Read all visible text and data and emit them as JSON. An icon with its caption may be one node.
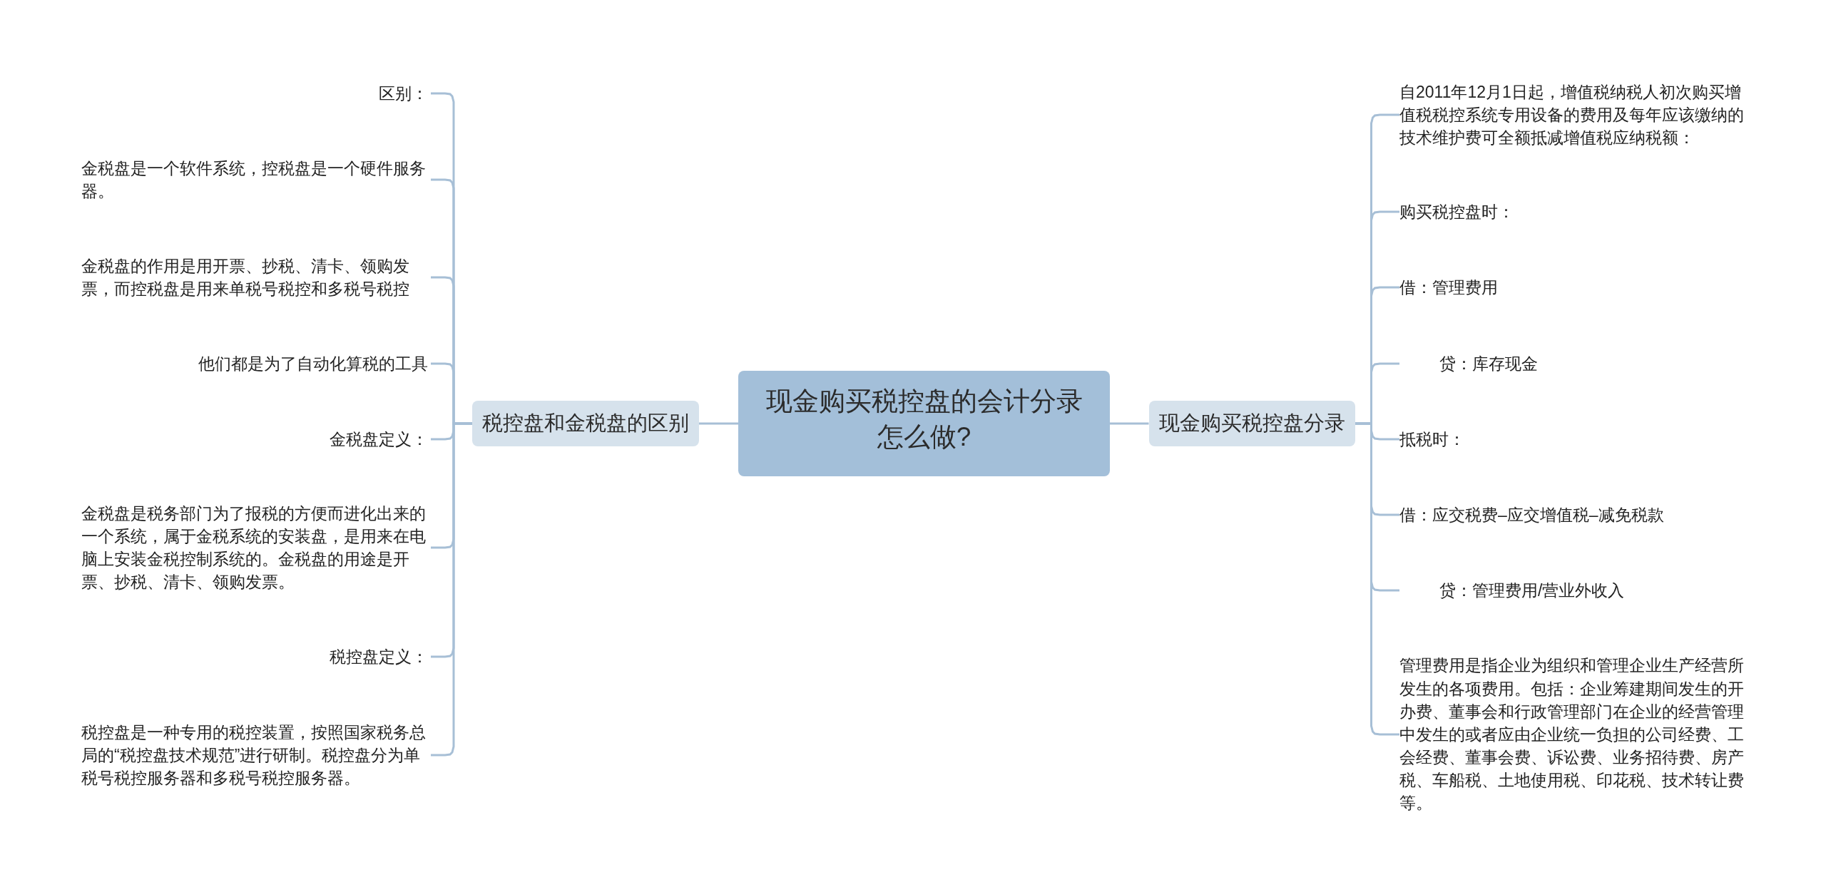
{
  "diagram": {
    "nodes": [
      {
        "text": [
          "现金购买税控盘的会计分录怎么做?"
        ]
      },
      {
        "text": [
          "税控盘和金税盘的区别"
        ]
      },
      {
        "text": [
          "区别："
        ]
      },
      {
        "text": [
          "金税盘是一个软件系统，控税盘是一个硬件服务器。"
        ]
      },
      {
        "text": [
          "金税盘的作用是用开票、抄税、清卡、领购发票，而控税盘是用来单税号税控和多税号税控"
        ]
      },
      {
        "text": [
          "他们都是为了自动化算税的工具"
        ]
      },
      {
        "text": [
          "金税盘定义："
        ]
      },
      {
        "text": [
          "金税盘是税务部门为了报税的方便而进化出来的一个系统，属于金税系统的安装盘，是用来在电脑上安装金税控制系统的。金税盘的用途是开票、抄税、清卡、领购发票。"
        ]
      },
      {
        "text": [
          "税控盘定义："
        ]
      },
      {
        "text": [
          "税控盘是一种专用的税控装置，按照国家税务总局的“税控盘技术规范”进行研制。税控盘分为单税号税控服务器和多税号税控服务器。"
        ]
      },
      {
        "text": [
          "现金购买税控盘分录"
        ]
      },
      {
        "text": [
          "自2011年12月1日起，增值税纳税人初次购买增值税税控系统专用设备的费用及每年应该缴纳的技术维护费可全额抵减增值税应纳税额："
        ]
      },
      {
        "text": [
          "购买税控盘时："
        ]
      },
      {
        "text": [
          "借：管理费用"
        ]
      },
      {
        "text": [
          "贷：库存现金"
        ]
      },
      {
        "text": [
          "抵税时："
        ]
      },
      {
        "text": [
          "借：应交税费–应交增值税–减免税款"
        ]
      },
      {
        "text": [
          "贷：管理费用/营业外收入"
        ]
      },
      {
        "text": [
          "管理费用是指企业为组织和管理企业生产经营所发生的各项费用。包括：企业筹建期间发生的开办费、董事会和行政管理部门在企业的经营管理中发生的或者应由企业统一负担的公司经费、工会经费、董事会费、诉讼费、业务招待费、房产税、车船税、土地使用税、印花税、技术转让费等。"
        ]
      }
    ],
    "edges": [
      {
        "from": 0,
        "to": 1,
        "arrow": "none"
      },
      {
        "from": 0,
        "to": 10,
        "arrow": "none"
      },
      {
        "from": 1,
        "to": 2,
        "arrow": "none"
      },
      {
        "from": 1,
        "to": 3,
        "arrow": "none"
      },
      {
        "from": 1,
        "to": 4,
        "arrow": "none"
      },
      {
        "from": 1,
        "to": 5,
        "arrow": "none"
      },
      {
        "from": 1,
        "to": 6,
        "arrow": "none"
      },
      {
        "from": 1,
        "to": 7,
        "arrow": "none"
      },
      {
        "from": 1,
        "to": 8,
        "arrow": "none"
      },
      {
        "from": 1,
        "to": 9,
        "arrow": "none"
      },
      {
        "from": 10,
        "to": 11,
        "arrow": "none"
      },
      {
        "from": 10,
        "to": 12,
        "arrow": "none"
      },
      {
        "from": 10,
        "to": 13,
        "arrow": "none"
      },
      {
        "from": 10,
        "to": 14,
        "arrow": "none"
      },
      {
        "from": 10,
        "to": 15,
        "arrow": "none"
      },
      {
        "from": 10,
        "to": 16,
        "arrow": "none"
      },
      {
        "from": 10,
        "to": 17,
        "arrow": "none"
      },
      {
        "from": 10,
        "to": 18,
        "arrow": "none"
      }
    ]
  }
}
